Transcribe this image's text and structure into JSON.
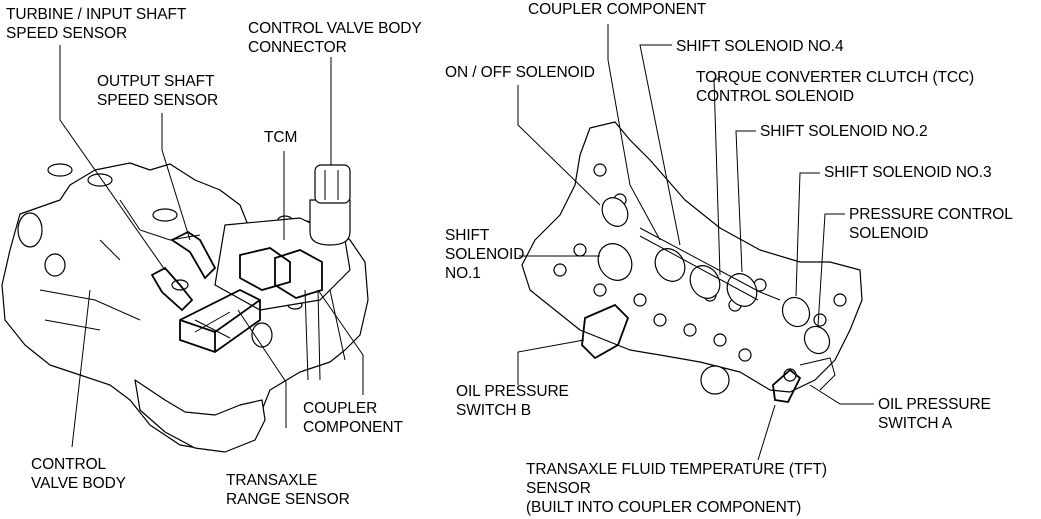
{
  "left_diagram": {
    "title": "Control valve body assembly (exterior view)",
    "labels": {
      "turbine_sensor": "TURBINE / INPUT SHAFT\nSPEED SENSOR",
      "cvb_connector": "CONTROL VALVE BODY\nCONNECTOR",
      "output_sensor": "OUTPUT SHAFT\nSPEED SENSOR",
      "tcm": "TCM",
      "coupler": "COUPLER\nCOMPONENT",
      "control_valve_body": "CONTROL\nVALVE BODY",
      "tr_sensor": "TRANSAXLE\nRANGE SENSOR"
    }
  },
  "right_diagram": {
    "title": "Control valve body solenoid layout",
    "labels": {
      "coupler": "COUPLER COMPONENT",
      "ss4": "SHIFT SOLENOID NO.4",
      "onoff": "ON / OFF SOLENOID",
      "tcc": "TORQUE CONVERTER CLUTCH (TCC)\nCONTROL SOLENOID",
      "ss2": "SHIFT SOLENOID NO.2",
      "ss3": "SHIFT SOLENOID NO.3",
      "pcs": "PRESSURE CONTROL\nSOLENOID",
      "ss1": "SHIFT\nSOLENOID\nNO.1",
      "ops_b": "OIL PRESSURE\nSWITCH B",
      "ops_a": "OIL PRESSURE\nSWITCH A",
      "tft": "TRANSAXLE FLUID TEMPERATURE (TFT)\nSENSOR\n(BUILT INTO COUPLER COMPONENT)"
    }
  }
}
